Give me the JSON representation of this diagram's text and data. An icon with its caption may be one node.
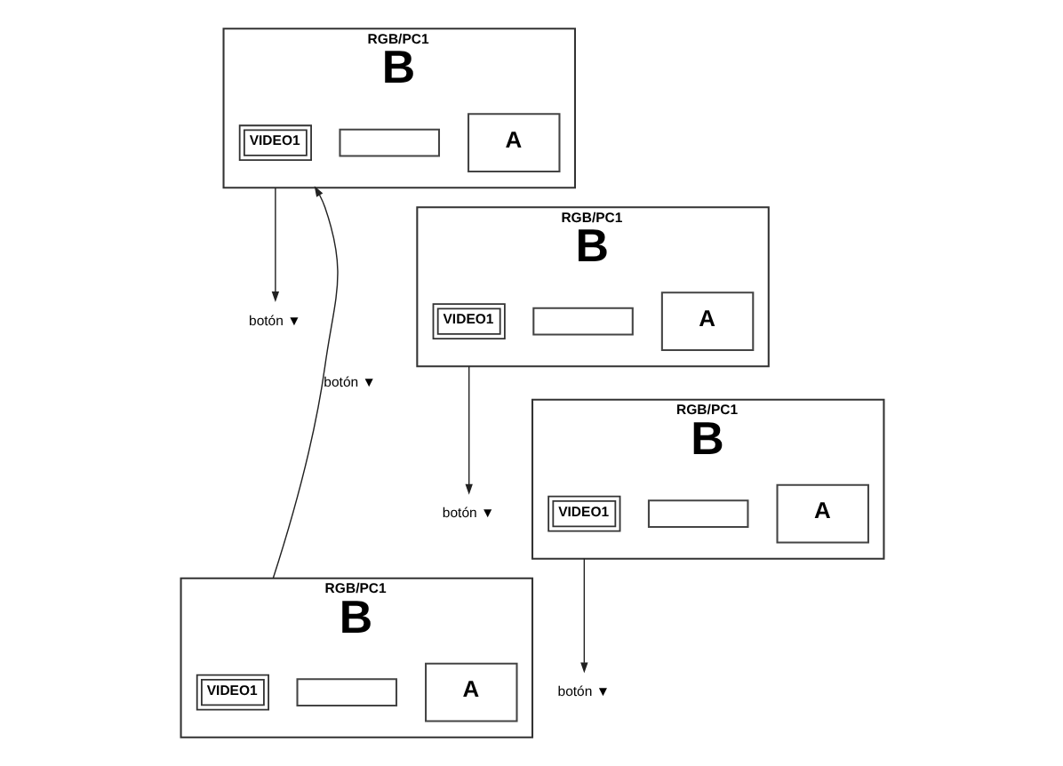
{
  "diagram": {
    "nodes": [
      {
        "text": [
          "RGB/PC1",
          "B"
        ]
      },
      {
        "text": [
          "VIDEO1"
        ],
        "in": 0
      },
      {
        "text": [],
        "shape": "box",
        "in": 0
      },
      {
        "text": [
          "A"
        ],
        "in": 0
      },
      {
        "text": [
          "botón ▼"
        ]
      },
      {
        "text": [
          "RGB/PC1",
          "B"
        ]
      },
      {
        "text": [
          "VIDEO1"
        ],
        "in": 5
      },
      {
        "text": [],
        "shape": "box",
        "in": 5
      },
      {
        "text": [
          "A"
        ],
        "in": 5
      },
      {
        "text": [
          "botón ▼"
        ]
      },
      {
        "text": [
          "RGB/PC1",
          "B"
        ]
      },
      {
        "text": [
          "VIDEO1"
        ],
        "in": 10
      },
      {
        "text": [],
        "shape": "box",
        "in": 10
      },
      {
        "text": [
          "A"
        ],
        "in": 10
      },
      {
        "text": [
          "botón ▼"
        ]
      },
      {
        "text": [
          "RGB/PC1",
          "B"
        ]
      },
      {
        "text": [
          "VIDEO1"
        ],
        "in": 15
      },
      {
        "text": [],
        "shape": "box",
        "in": 15
      },
      {
        "text": [
          "A"
        ],
        "in": 15
      }
    ],
    "edges": [
      {
        "from": 0,
        "to": 4,
        "arrow": "to"
      },
      {
        "from": 5,
        "to": 9,
        "arrow": "to"
      },
      {
        "from": 10,
        "to": 14,
        "arrow": "to"
      },
      {
        "from": 15,
        "to": 0,
        "arrow": "to",
        "label": "botón ▼"
      }
    ]
  }
}
